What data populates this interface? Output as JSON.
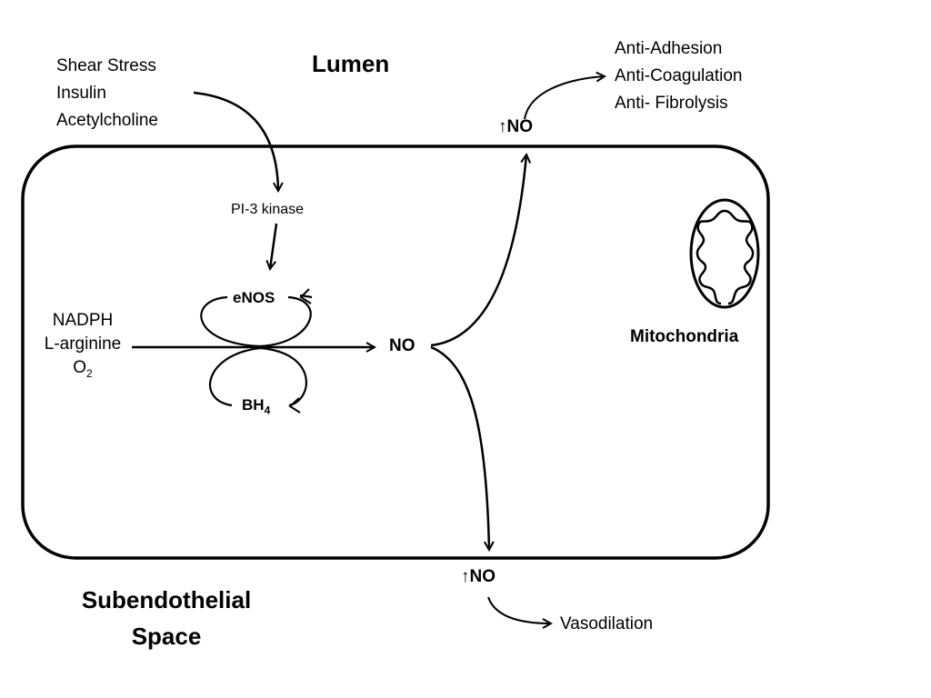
{
  "regions": {
    "lumen": "Lumen",
    "subendothelial_line1": "Subendothelial",
    "subendothelial_line2": "Space"
  },
  "stimuli": [
    "Shear Stress",
    "Insulin",
    "Acetylcholine"
  ],
  "pi3k": "PI-3 kinase",
  "enos": "eNOS",
  "bh4": {
    "base": "BH",
    "sub": "4"
  },
  "substrates": {
    "nadph": "NADPH",
    "larginine": "L-arginine",
    "o2": {
      "base": "O",
      "sub": "2"
    }
  },
  "no_center": "NO",
  "no_top": {
    "arrow": "↑",
    "text": "NO"
  },
  "no_bottom": {
    "arrow": "↑",
    "text": "NO"
  },
  "lumen_effects": [
    "Anti-Adhesion",
    "Anti-Coagulation",
    "Anti- Fibrolysis"
  ],
  "vasodilation": "Vasodilation",
  "mitochondria": "Mitochondria"
}
